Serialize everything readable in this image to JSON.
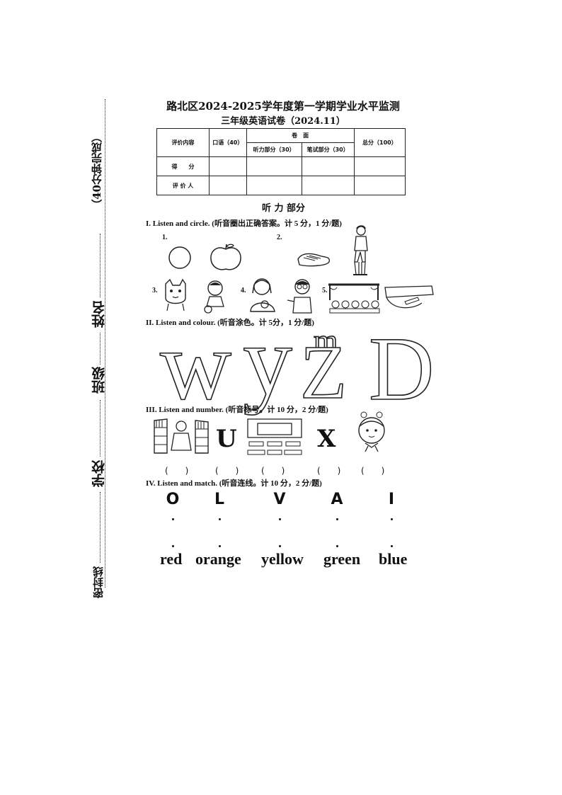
{
  "side": {
    "time_note": "（40分钟完成）",
    "name_label": "姓名",
    "class_label": "班级",
    "school_label": "学校",
    "seal_label": "密封线"
  },
  "header": {
    "title": "路北区2024-2025学年度第一学期学业水平监测",
    "subtitle": "三年级英语试卷（2024.11）"
  },
  "score_table": {
    "eval_content": "评价内容",
    "oral": "口语（40）",
    "written": "卷　面",
    "listening": "听力部分（30）",
    "writing": "笔试部分（30）",
    "total": "总分（100）",
    "score_row": "得　　分",
    "grader_row": "评 价 人"
  },
  "listening_heading": "听 力 部分",
  "section1": {
    "title": "I. Listen and circle. (听音圈出正确答案。计 5 分，1 分/题)",
    "numbers": [
      "1.",
      "2.",
      "3.",
      "4.",
      "5."
    ]
  },
  "section2": {
    "title": "II. Listen and colour. (听音涂色。计 5分，1 分/题)",
    "letters": [
      "w",
      "y",
      "m",
      "Z",
      "D"
    ]
  },
  "section3": {
    "title": "III. Listen and number. (听音标号。计 10 分，2 分/题)",
    "letters": [
      "U",
      "X"
    ],
    "blanks": [
      "(　　)",
      "(　　)",
      "(　　)",
      "(　　)",
      "(　　)"
    ]
  },
  "section4": {
    "title": "IV. Listen and match. (听音连线。计 10 分，2 分/题)",
    "capitals": [
      "O",
      "L",
      "V",
      "A",
      "I"
    ],
    "colors": [
      "red",
      "orange",
      "yellow",
      "green",
      "blue"
    ]
  }
}
